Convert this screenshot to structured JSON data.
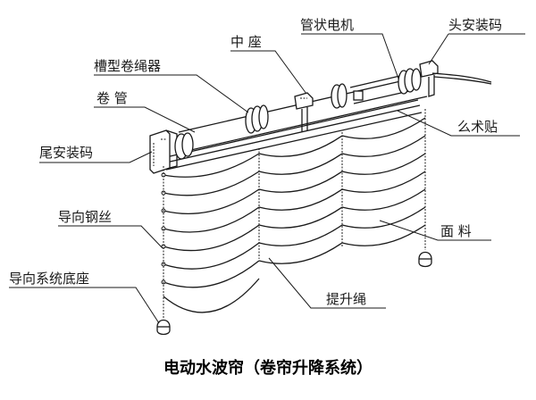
{
  "diagram": {
    "title": "电动水波帘（卷帘升降系统）",
    "labels": {
      "middle_seat": "中 座",
      "tubular_motor": "管状电机",
      "head_mount": "头安装码",
      "groove_rope_winder": "槽型卷绳器",
      "roller_tube": "卷 管",
      "velcro": "么术贴",
      "tail_mount": "尾安装码",
      "guide_wire": "导向钢丝",
      "fabric": "面 料",
      "guide_base": "导向系统底座",
      "lift_cord": "提升绳"
    },
    "fold_count": 7,
    "colors": {
      "ink": "#1a1a1a",
      "background": "#ffffff"
    }
  }
}
